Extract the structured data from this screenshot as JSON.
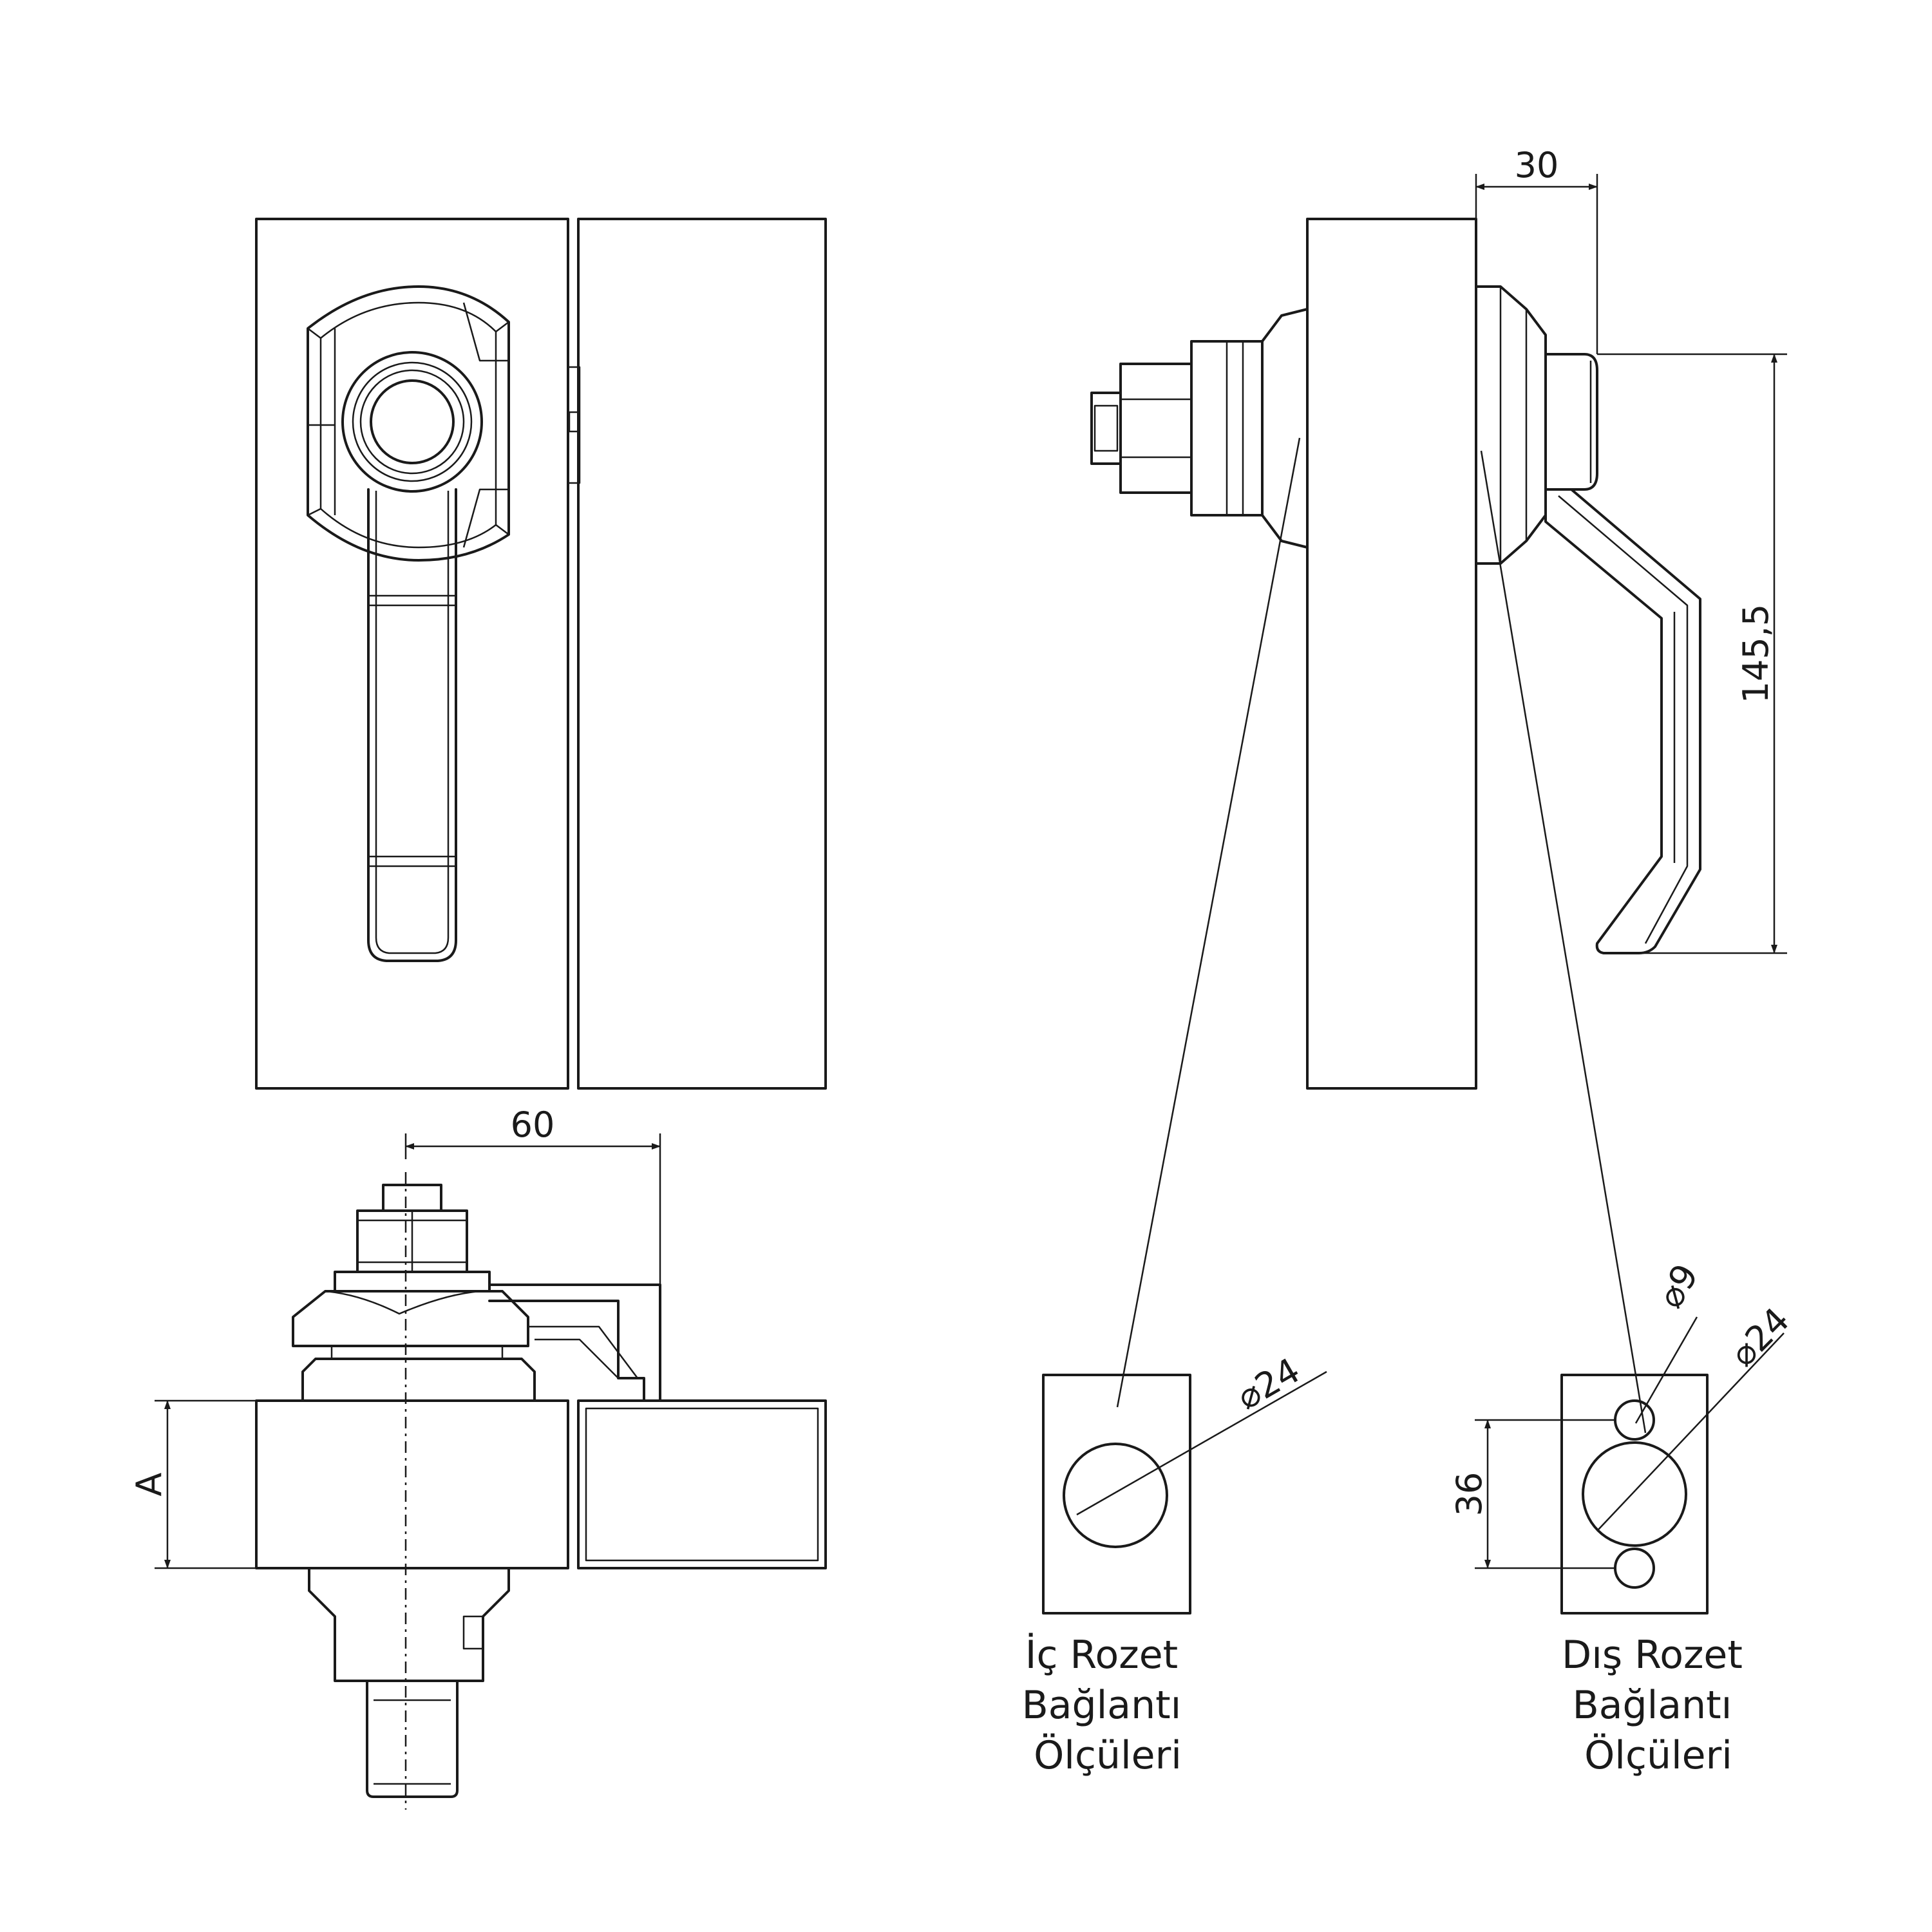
{
  "dimensions": {
    "top_offset": "30",
    "handle_height": "145,5",
    "width": "60",
    "thickness": "A",
    "inner_hole": "24",
    "outer_small_hole": "9",
    "outer_large_hole": "24",
    "hole_spacing": "36"
  },
  "labels": {
    "inner": [
      "İç Rozet",
      "Bağlantı",
      "Ölçüleri"
    ],
    "outer": [
      "Dış Rozet",
      "Bağlantı",
      "Ölçüleri"
    ]
  }
}
